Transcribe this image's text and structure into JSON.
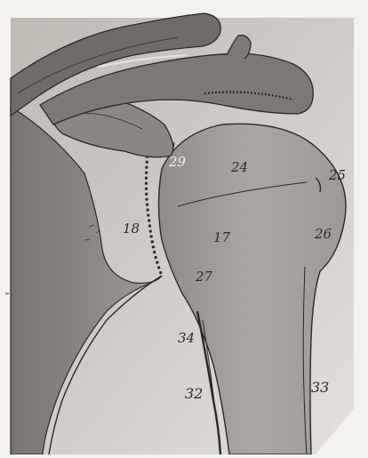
{
  "figure": {
    "type": "anatomical illustration",
    "subject": "shoulder joint",
    "labels": [
      {
        "id": "label-17",
        "text": "17"
      },
      {
        "id": "label-18",
        "text": "18"
      },
      {
        "id": "label-24",
        "text": "24"
      },
      {
        "id": "label-25",
        "text": "25"
      },
      {
        "id": "label-26",
        "text": "26"
      },
      {
        "id": "label-27",
        "text": "27"
      },
      {
        "id": "label-29",
        "text": "29"
      },
      {
        "id": "label-32",
        "text": "32"
      },
      {
        "id": "label-33",
        "text": "33"
      },
      {
        "id": "label-34",
        "text": "34"
      }
    ],
    "colors": {
      "paper": "#f4f2ee",
      "background_wash": "#c9c6c1",
      "bone_dark": "#6d6a66",
      "bone_mid": "#9a9791",
      "bone_light": "#b9b6b1",
      "outline": "#2b2927"
    }
  }
}
